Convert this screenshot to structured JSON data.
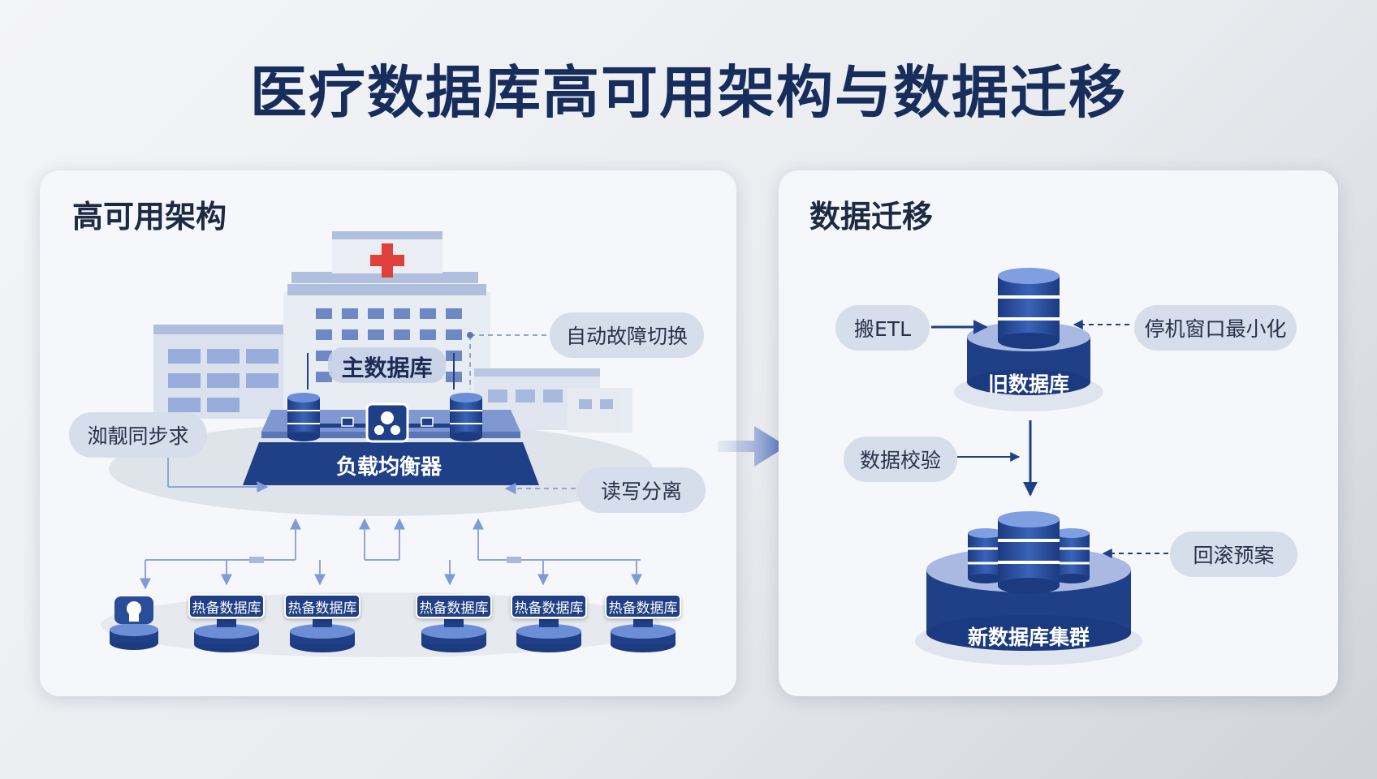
{
  "title": "医疗数据库高可用架构与数据迁移",
  "left_panel": {
    "title": "高可用架构",
    "primary_db_label": "主数据库",
    "load_balancer_label": "负载均衡器",
    "callouts": {
      "auto_failover": "自动故障切换",
      "sync": "洳靓同步求",
      "rw_split": "读写分离"
    },
    "standby_nodes": [
      "热备数据库",
      "热备数据库",
      "热备数据库",
      "热备数据库",
      "热备数据库"
    ]
  },
  "right_panel": {
    "title": "数据迁移",
    "old_db_label": "旧数据库",
    "new_db_label": "新数据库集群",
    "callouts": {
      "etl": "搬ETL",
      "downtime": "停机窗口最小化",
      "validate": "数据校验",
      "rollback": "回滚预案"
    }
  },
  "colors": {
    "navy": "#1f3f86",
    "light_blue": "#8ea6d8",
    "pill": "#d6ddeb",
    "title": "#172d5c",
    "red_cross": "#e0403b"
  }
}
